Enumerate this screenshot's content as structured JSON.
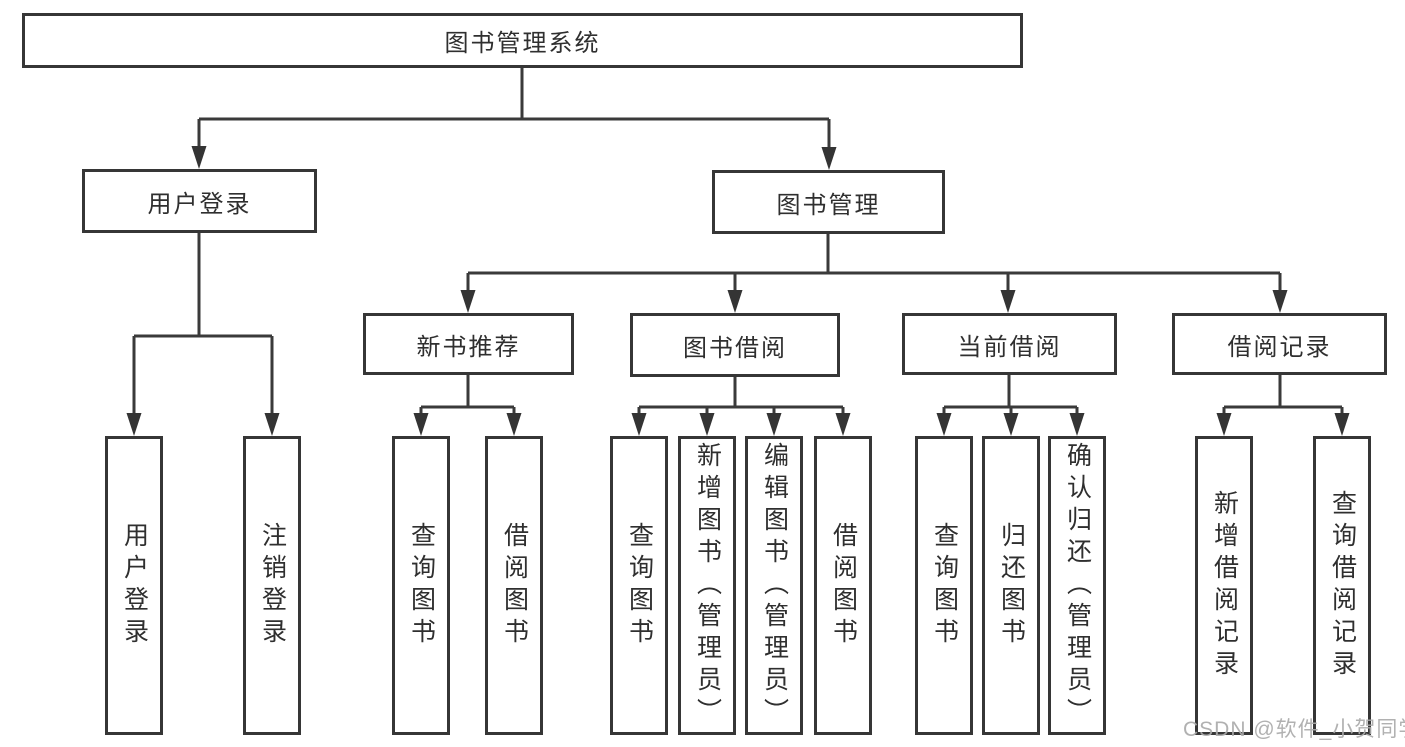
{
  "diagram": {
    "type": "hierarchy-tree",
    "root": {
      "label": "图书管理系统"
    },
    "branches": [
      {
        "label": "用户登录",
        "children": [
          {
            "label": "用户登录"
          },
          {
            "label": "注销登录"
          }
        ]
      },
      {
        "label": "图书管理",
        "children": [
          {
            "label": "新书推荐",
            "children": [
              {
                "label": "查询图书"
              },
              {
                "label": "借阅图书"
              }
            ]
          },
          {
            "label": "图书借阅",
            "children": [
              {
                "label": "查询图书"
              },
              {
                "label": "新增图书（管理员）"
              },
              {
                "label": "编辑图书（管理员）"
              },
              {
                "label": "借阅图书"
              }
            ]
          },
          {
            "label": "当前借阅",
            "children": [
              {
                "label": "查询图书"
              },
              {
                "label": "归还图书"
              },
              {
                "label": "确认归还（管理员）"
              }
            ]
          },
          {
            "label": "借阅记录",
            "children": [
              {
                "label": "新增借阅记录"
              },
              {
                "label": "查询借阅记录"
              }
            ]
          }
        ]
      }
    ]
  },
  "watermark": {
    "text": "CSDN @软件_小贺同学",
    "color": "#ababab"
  },
  "colors": {
    "line": "#3a3a3a",
    "border": "#363636",
    "text": "#2f2f2f",
    "background": "#ffffff"
  }
}
